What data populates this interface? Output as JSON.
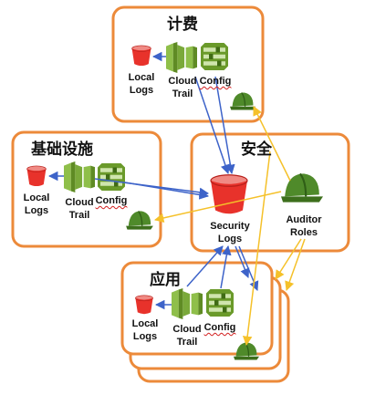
{
  "accounts": {
    "billing": {
      "title": "计费",
      "local_logs": [
        "Local",
        "Logs"
      ],
      "cloud_trail": [
        "Cloud",
        "Trail"
      ],
      "config": "Config"
    },
    "infrastructure": {
      "title": "基础设施",
      "local_logs": [
        "Local",
        "Logs"
      ],
      "cloud_trail": [
        "Cloud",
        "Trail"
      ],
      "config": "Config"
    },
    "security": {
      "title": "安全",
      "security_logs": [
        "Security",
        "Logs"
      ],
      "auditor_roles": [
        "Auditor",
        "Roles"
      ]
    },
    "application": {
      "title": "应用",
      "local_logs": [
        "Local",
        "Logs"
      ],
      "cloud_trail": [
        "Cloud",
        "Trail"
      ],
      "config": "Config"
    }
  },
  "colors": {
    "box_border": "#ec8a3a",
    "bucket": "#e8322b",
    "cloudtrail": "#6a9a2a",
    "config": "#6a9a2a",
    "helmet": "#4f8a2a",
    "arrow_blue": "#3d63c9",
    "arrow_yellow": "#f5c12a"
  },
  "icons": [
    "s3-bucket-icon",
    "cloudtrail-icon",
    "config-icon",
    "helmet-icon"
  ]
}
